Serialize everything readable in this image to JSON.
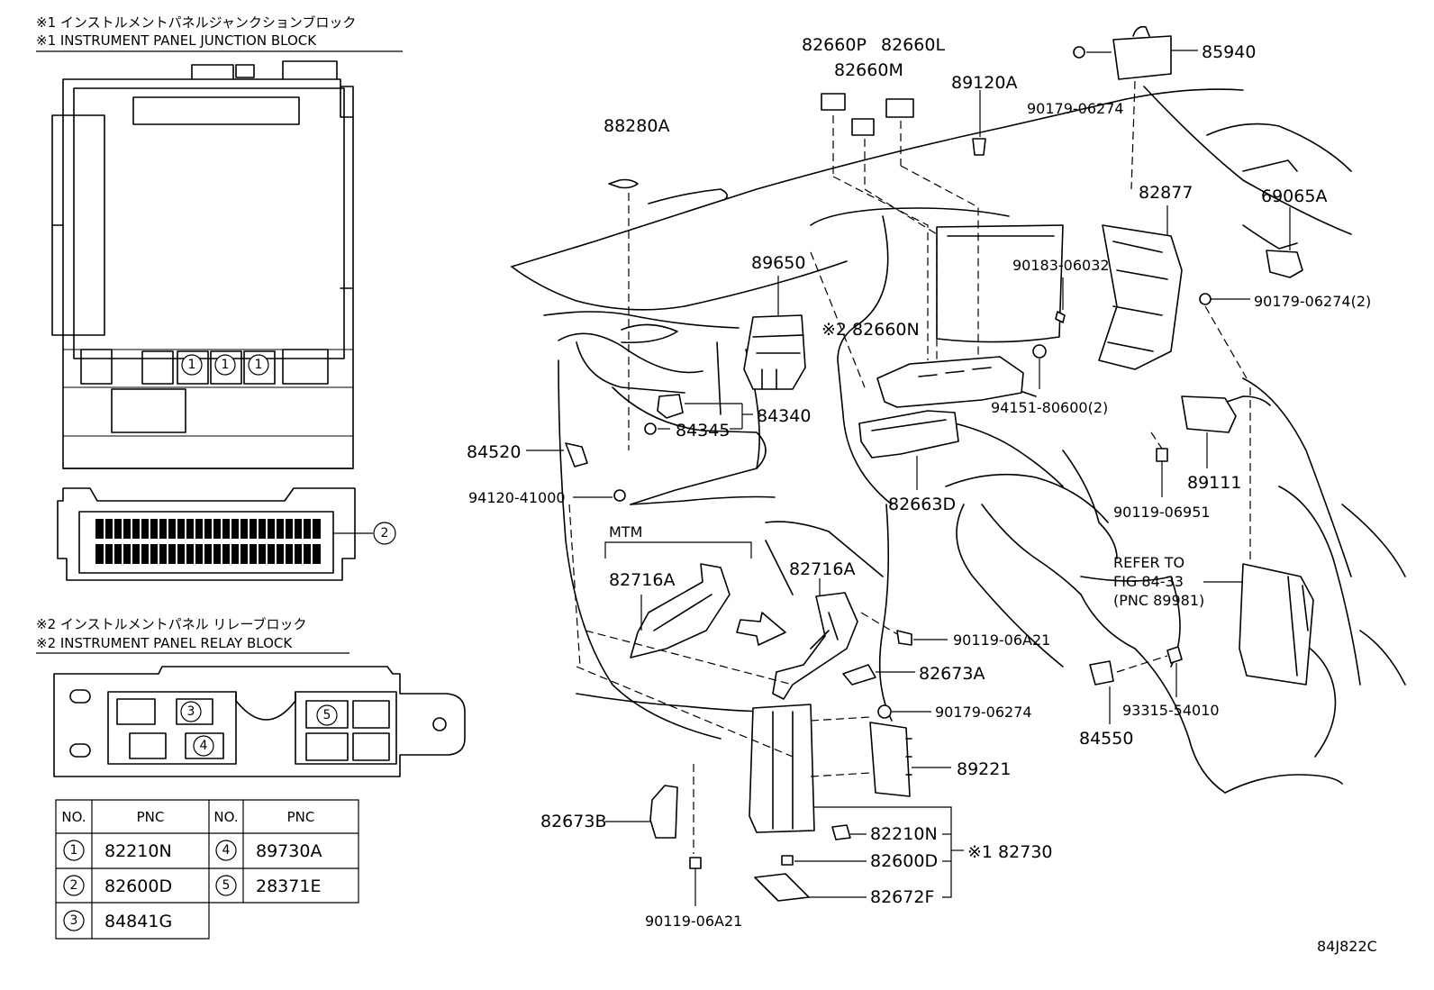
{
  "headers": {
    "junction_block_jp": "※1 インストルメントパネルジャンクションブロック",
    "junction_block_en": "※1 INSTRUMENT PANEL JUNCTION BLOCK",
    "relay_block_jp": "※2 インストルメントパネル リレーブロック",
    "relay_block_en": "※2 INSTRUMENT PANEL RELAY BLOCK"
  },
  "callouts": {
    "c1": "1",
    "c2": "2",
    "c3": "3",
    "c4": "4",
    "c5": "5"
  },
  "table": {
    "col_no": "NO.",
    "col_pnc": "PNC",
    "rows": [
      {
        "no": "1",
        "pnc": "82210N"
      },
      {
        "no": "2",
        "pnc": "82600D"
      },
      {
        "no": "3",
        "pnc": "84841G"
      },
      {
        "no": "4",
        "pnc": "89730A"
      },
      {
        "no": "5",
        "pnc": "28371E"
      }
    ]
  },
  "labels": {
    "p82660P": "82660P",
    "p82660L": "82660L",
    "p82660M": "82660M",
    "p89120A": "89120A",
    "p85940": "85940",
    "p90179_06274_top": "90179-06274",
    "p88280A": "88280A",
    "p82877": "82877",
    "p69065A": "69065A",
    "p89650": "89650",
    "p90183_06032": "90183-06032",
    "p90179_06274_2": "90179-06274(2)",
    "p82660N": "※2 82660N",
    "p84340": "84340",
    "p84345": "84345",
    "p94151_80600": "94151-80600(2)",
    "p84520": "84520",
    "p89111": "89111",
    "p94120_41000": "94120-41000",
    "p82663D": "82663D",
    "p90119_06951": "90119-06951",
    "mtm": "MTM",
    "p82716A_left": "82716A",
    "p82716A_right": "82716A",
    "refer_line1": "REFER TO",
    "refer_line2": "FIG 84-33",
    "refer_line3": "(PNC 89981)",
    "p90119_06A21_right": "90119-06A21",
    "p82673A": "82673A",
    "p90179_06274_mid": "90179-06274",
    "p93315_54010": "93315-54010",
    "p84550": "84550",
    "p89221": "89221",
    "p82673B": "82673B",
    "p82210N": "82210N",
    "p82600D": "82600D",
    "p82730": "※1 82730",
    "p82672F": "82672F",
    "p90119_06A21_bottom": "90119-06A21",
    "figure_code": "84J822C"
  }
}
